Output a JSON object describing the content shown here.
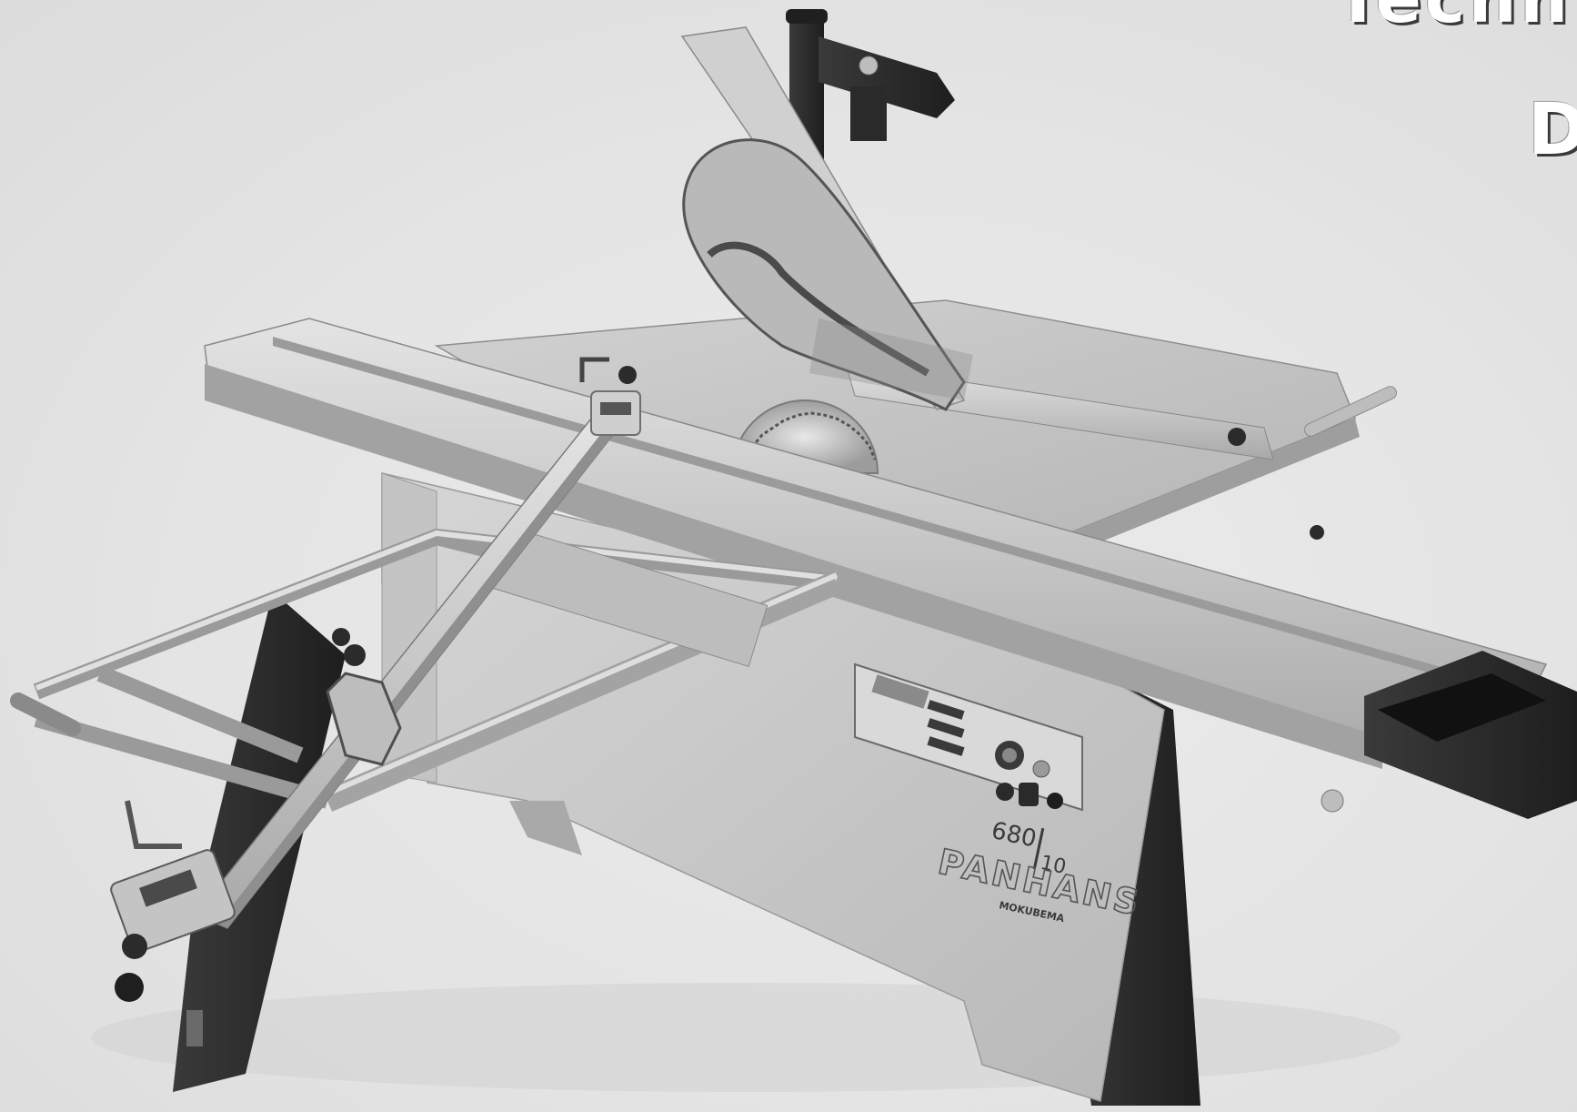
{
  "headline": {
    "line1": "Techn",
    "line2": "D"
  },
  "machine_branding": {
    "model_top": "680",
    "model_bottom": "10",
    "brand": "PANHANS",
    "sub_brand": "MOKUBEMA"
  },
  "colors": {
    "background": "#e4e4e4",
    "aluminium": "#c9c9c9",
    "dark_parts": "#2e2e2e",
    "heading_text": "#ffffff"
  }
}
